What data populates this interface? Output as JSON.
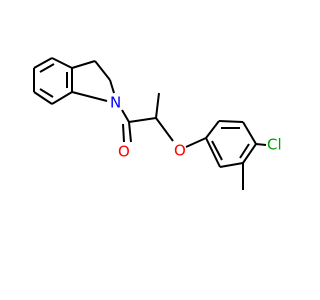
{
  "molecule": {
    "atoms": {
      "nitrogen": "N",
      "oxygen_carbonyl": "O",
      "oxygen_ether": "O",
      "chlorine": "Cl"
    },
    "colors": {
      "bond": "#000000",
      "nitrogen": "#0000ff",
      "oxygen": "#ff0000",
      "chlorine": "#00a000"
    }
  }
}
